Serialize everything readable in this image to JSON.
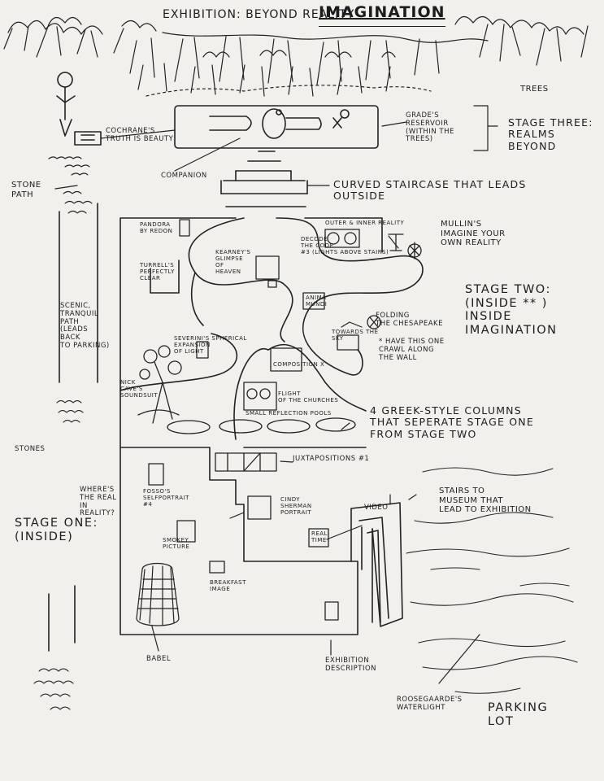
{
  "title": {
    "main": "Exhibition: Beyond Reality",
    "emphasis": "Imagination"
  },
  "stages": {
    "three": "Stage Three:\nRealms Beyond",
    "two": "Stage Two:\n(Inside ** )\nInside\nImagination",
    "one": "Stage One:\n(Inside)"
  },
  "labels": {
    "trees": "Trees",
    "grades_reservoir": "Grade's\nReservoir\n(within the\ntrees)",
    "cochranes_truth": "Cochrane's\nTruth is Beauty",
    "companion": "Companion",
    "stone_path": "Stone\nPath",
    "curved_staircase": "Curved staircase that leads\noutside",
    "pandora": "Pandora\nby Redon",
    "turrells": "Turrell's\nPerfectly\nClear",
    "kearneys": "Kearney's\nGlimpse\nof\nHeaven",
    "decode": "Decode\nthe Code\n#3 (lights above stairs)",
    "outer_inner": "Outer & Inner Reality",
    "mullins": "Mullin's\nImagine your\nown reality",
    "anima": "Anima\nMundi",
    "folding": "Folding\nthe Chesapeake",
    "towards": "Towards the\nSky",
    "crawl_note": "* Have this one\ncrawl along\nthe wall",
    "severinis": "Severini's Spherical\nExpansion\nof Light",
    "composition": "Composition X",
    "nick_cave": "Nick\nCave's\nSoundsuit",
    "flight": "Flight\nof the Churches",
    "reflection_pools": "Small reflection pools",
    "columns": "4 Greek-style columns\nthat seperate stage one\nfrom stage two",
    "scenic_path": "Scenic,\nTranquil\nPath\n(Leads\nback\nto parking)",
    "stones": "Stones",
    "juxtapositions": "Juxtapositions #1",
    "wheres_real": "Where's\nThe Real\nin\nReality?",
    "fossos": "Fosso's\nSelfportrait\n#4",
    "cindy": "Cindy\nSherman\nPortrait",
    "video": "Video",
    "real_time": "Real\nTime",
    "stairs_museum": "Stairs to\nmuseum that\nlead to exhibition",
    "smokey": "Smokey\nPicture",
    "breakfast": "Breakfast\nImage",
    "babel": "Babel",
    "exhibition_description": "Exhibition\nDescription",
    "roosegaarde": "Roosegaarde's\nWaterlight",
    "parking_lot": "Parking\nLot"
  }
}
